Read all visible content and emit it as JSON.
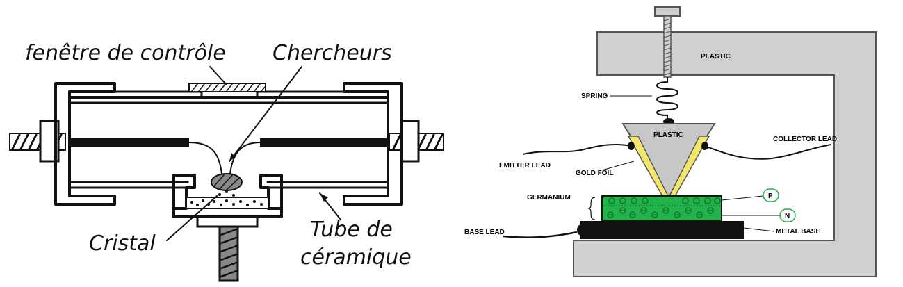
{
  "left_diagram": {
    "labels": {
      "window": "fenêtre de contrôle",
      "whiskers": "Chercheurs",
      "crystal": "Cristal",
      "tube_line1": "Tube de",
      "tube_line2": "céramique"
    }
  },
  "right_diagram": {
    "labels": {
      "plastic_frame": "PLASTIC",
      "plastic_wedge": "PLASTIC",
      "spring": "SPRING",
      "collector_lead": "COLLECTOR LEAD",
      "emitter_lead": "EMITTER LEAD",
      "gold_foil": "GOLD FOIL",
      "germanium": "GERMANIUM",
      "p_region": "P",
      "n_region": "N",
      "base_lead": "BASE LEAD",
      "metal_base": "METAL BASE"
    },
    "colors": {
      "plastic": "#d0d0d0",
      "germanium": "#22b24c",
      "germanium_dots": "#0a6b25",
      "gold": "#f2e76b",
      "metal_base": "#111111"
    }
  }
}
